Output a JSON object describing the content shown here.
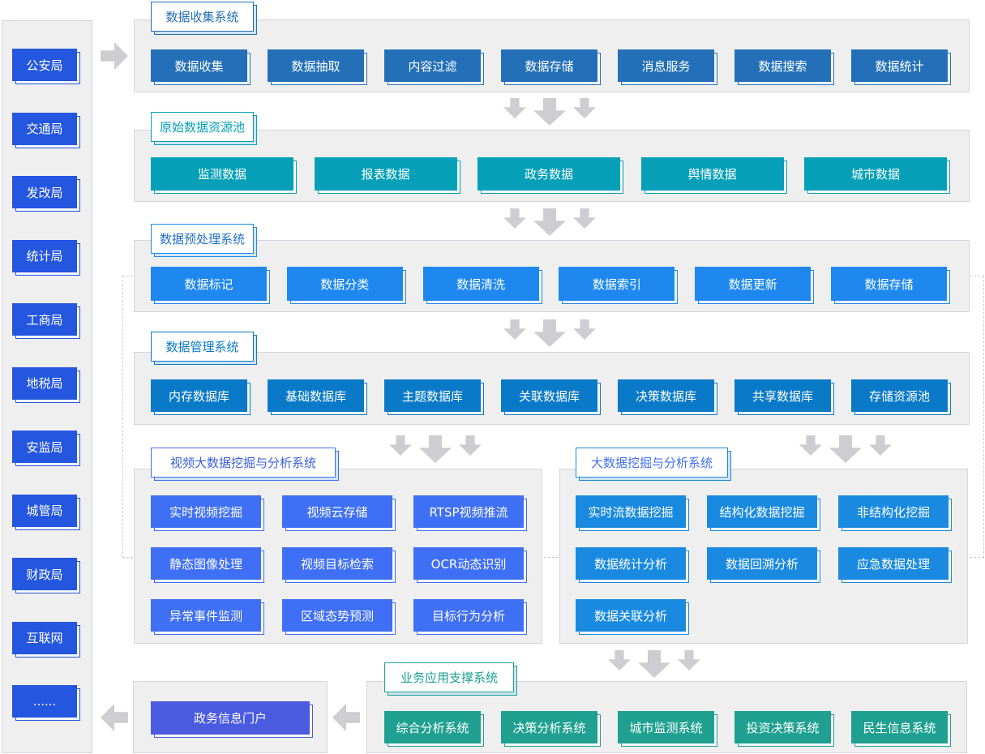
{
  "colors": {
    "sources": "#2456e0",
    "collect": "#2370b8",
    "pool": "#05a0b8",
    "pre": "#1e88f0",
    "manage": "#0a7ac8",
    "video": "#3f6ff5",
    "bigdata": "#1a8ae0",
    "business": "#1fa090",
    "portal": "#4a5be0",
    "arrow": "#cdcdd2"
  },
  "sources": [
    "公安局",
    "交通局",
    "发改局",
    "统计局",
    "工商局",
    "地税局",
    "安监局",
    "城管局",
    "财政局",
    "互联网",
    "......"
  ],
  "sections": {
    "collect": {
      "title": "数据收集系统",
      "items": [
        "数据收集",
        "数据抽取",
        "内容过滤",
        "数据存储",
        "消息服务",
        "数据搜索",
        "数据统计"
      ]
    },
    "pool": {
      "title": "原始数据资源池",
      "items": [
        "监测数据",
        "报表数据",
        "政务数据",
        "舆情数据",
        "城市数据"
      ]
    },
    "pre": {
      "title": "数据预处理系统",
      "items": [
        "数据标记",
        "数据分类",
        "数据清洗",
        "数据索引",
        "数据更新",
        "数据存储"
      ]
    },
    "manage": {
      "title": "数据管理系统",
      "items": [
        "内存数据库",
        "基础数据库",
        "主题数据库",
        "关联数据库",
        "决策数据库",
        "共享数据库",
        "存储资源池"
      ]
    },
    "video": {
      "title": "视频大数据挖掘与分析系统",
      "items": [
        "实时视频挖掘",
        "视频云存储",
        "RTSP视频推流",
        "静态图像处理",
        "视频目标检索",
        "OCR动态识别",
        "异常事件监测",
        "区域态势预测",
        "目标行为分析"
      ]
    },
    "bigdata": {
      "title": "大数据挖掘与分析系统",
      "items": [
        "实时流数据挖掘",
        "结构化数据挖掘",
        "非结构化挖掘",
        "数据统计分析",
        "数据回溯分析",
        "应急数据处理",
        "数据关联分析"
      ]
    },
    "business": {
      "title": "业务应用支撑系统",
      "items": [
        "综合分析系统",
        "决策分析系统",
        "城市监测系统",
        "投资决策系统",
        "民生信息系统"
      ]
    },
    "portal": {
      "items": [
        "政务信息门户"
      ]
    }
  }
}
